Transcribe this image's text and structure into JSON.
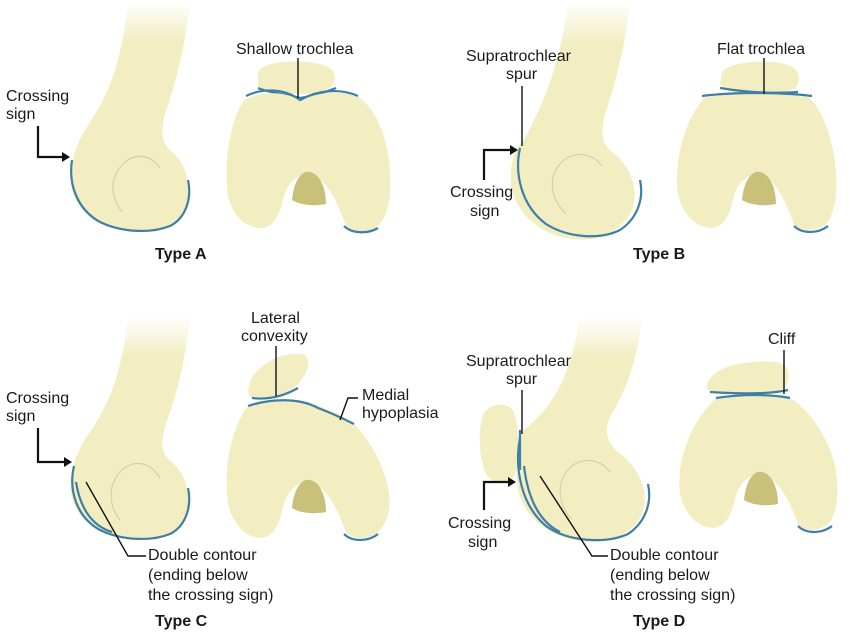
{
  "panels": {
    "a": {
      "title": "Type A",
      "crossing_sign": [
        "Crossing",
        "sign"
      ],
      "trochlea_label": "Shallow trochlea"
    },
    "b": {
      "title": "Type B",
      "spur": [
        "Supratrochlear",
        "spur"
      ],
      "crossing_sign": [
        "Crossing",
        "sign"
      ],
      "trochlea_label": "Flat trochlea"
    },
    "c": {
      "title": "Type C",
      "crossing_sign": [
        "Crossing",
        "sign"
      ],
      "lateral": [
        "Lateral",
        "convexity"
      ],
      "medial": [
        "Medial",
        "hypoplasia"
      ],
      "double_contour": [
        "Double contour",
        "(ending below",
        "the crossing sign)"
      ]
    },
    "d": {
      "title": "Type D",
      "spur": [
        "Supratrochlear",
        "spur"
      ],
      "crossing_sign": [
        "Crossing",
        "sign"
      ],
      "cliff": "Cliff",
      "double_contour": [
        "Double contour",
        "(ending below",
        "the crossing sign)"
      ]
    }
  },
  "colors": {
    "bone": "#f2eec2",
    "contour": "#3f7fa6",
    "leader": "#111111"
  }
}
